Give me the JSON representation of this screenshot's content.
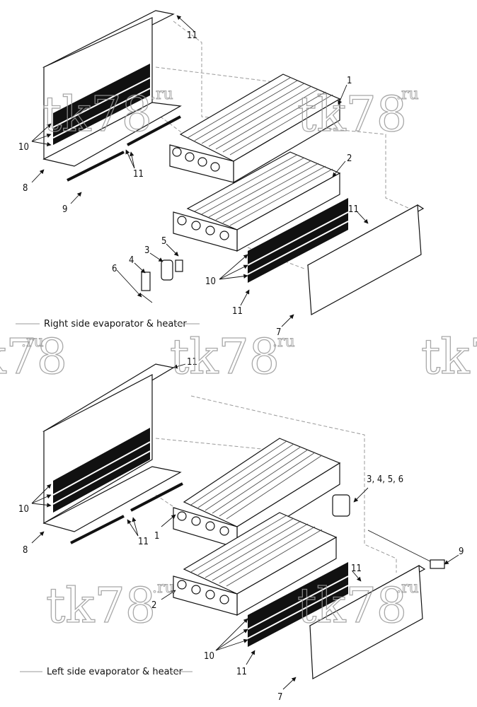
{
  "watermark": {
    "main": "tk78",
    "suffix": ".ru"
  },
  "captions": {
    "right": "Right side evaporator & heater",
    "left": "Left side evaporator & heater"
  },
  "callouts": {
    "top": [
      "11",
      "1",
      "2",
      "11",
      "10",
      "11",
      "8",
      "9",
      "3",
      "5",
      "4",
      "6",
      "10",
      "11",
      "7"
    ],
    "bottom": [
      "11",
      "3, 4, 5, 6",
      "10",
      "1",
      "8",
      "11",
      "9",
      "11",
      "2",
      "10",
      "11",
      "7"
    ]
  }
}
